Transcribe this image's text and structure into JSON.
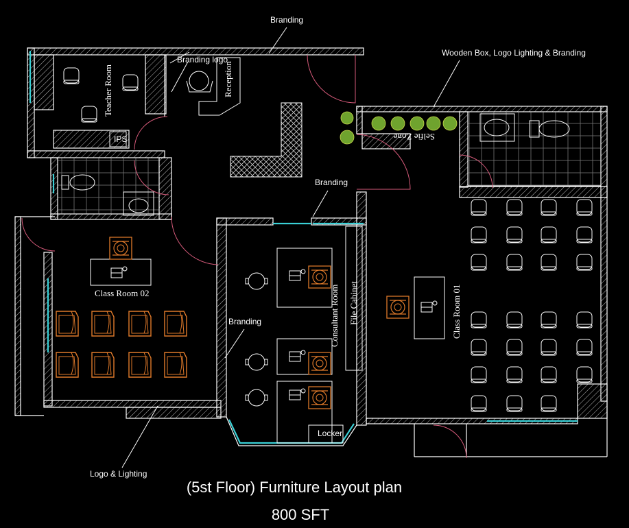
{
  "title": "(5st Floor) Furniture Layout plan",
  "subtitle": "800 SFT",
  "annotations": {
    "branding_top": "Branding",
    "wooden_box": "Wooden Box, Logo Lighting & Branding",
    "branding_mid": "Branding",
    "branding_left": "Branding",
    "logo_lighting": "Logo & Lighting",
    "branding_logo": "Branding logo"
  },
  "rooms": {
    "teacher_room": "Teacher Room",
    "reception": "Reception",
    "ips": "IPS",
    "selfie_zone": "Selfie Zone",
    "class_room_02": "Class Room 02",
    "class_room_01": "Class Room 01",
    "consultant_room": "Consultant Room",
    "file_cabinet": "File Cabinet",
    "locker": "Locker"
  }
}
